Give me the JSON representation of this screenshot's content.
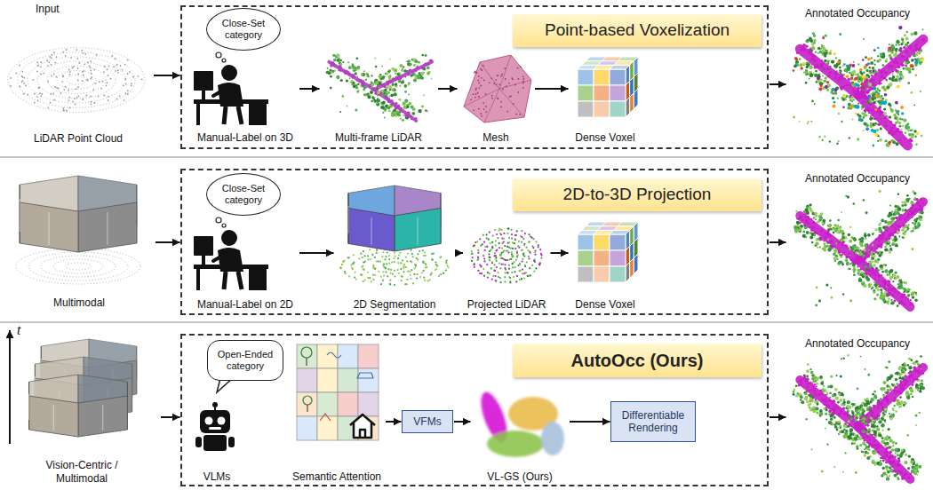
{
  "diagram": {
    "nodes": [
      {
        "text": [
          "Input",
          "LiDAR Point Cloud"
        ]
      },
      {
        "text": [
          "Point-based Voxelization"
        ]
      },
      {
        "text": [
          "Close-Set category"
        ],
        "in": 1
      },
      {
        "text": [
          "Manual-Label on 3D"
        ],
        "in": 1
      },
      {
        "text": [
          "Multi-frame LiDAR"
        ],
        "in": 1
      },
      {
        "text": [
          "Mesh"
        ],
        "in": 1
      },
      {
        "text": [
          "Dense Voxel"
        ],
        "in": 1
      },
      {
        "text": [
          "Annotated Occupancy"
        ]
      },
      {
        "text": [
          "Multimodal"
        ]
      },
      {
        "text": [
          "2D-to-3D Projection"
        ]
      },
      {
        "text": [
          "Close-Set category"
        ],
        "in": 9
      },
      {
        "text": [
          "Manual-Label on 2D"
        ],
        "in": 9
      },
      {
        "text": [
          "2D Segmentation"
        ],
        "in": 9
      },
      {
        "text": [
          "Projected LiDAR"
        ],
        "in": 9
      },
      {
        "text": [
          "Dense Voxel"
        ],
        "in": 9
      },
      {
        "text": [
          "Annotated Occupancy"
        ]
      },
      {
        "text": [
          "Vision-Centric / Multimodal"
        ]
      },
      {
        "text": [
          "AutoOcc (Ours)"
        ]
      },
      {
        "text": [
          "Open-Ended category"
        ],
        "in": 17
      },
      {
        "text": [
          "VLMs"
        ],
        "in": 17
      },
      {
        "text": [
          "Semantic Attention"
        ],
        "in": 17
      },
      {
        "text": [
          "VFMs"
        ],
        "in": 17
      },
      {
        "text": [
          "VL-GS (Ours)"
        ],
        "in": 17
      },
      {
        "text": [
          "Differentiable Rendering"
        ],
        "in": 17
      },
      {
        "text": [
          "Annotated Occupancy"
        ]
      }
    ],
    "edges": [
      {
        "from": 0,
        "to": 1,
        "arrow": "to"
      },
      {
        "from": 1,
        "to": 7,
        "arrow": "to"
      },
      {
        "from": 3,
        "to": 4,
        "arrow": "to"
      },
      {
        "from": 4,
        "to": 5,
        "arrow": "to"
      },
      {
        "from": 5,
        "to": 6,
        "arrow": "to"
      },
      {
        "from": 8,
        "to": 9,
        "arrow": "to"
      },
      {
        "from": 9,
        "to": 15,
        "arrow": "to"
      },
      {
        "from": 11,
        "to": 12,
        "arrow": "to"
      },
      {
        "from": 12,
        "to": 13,
        "arrow": "to"
      },
      {
        "from": 13,
        "to": 14,
        "arrow": "to"
      },
      {
        "from": 16,
        "to": 17,
        "arrow": "to"
      },
      {
        "from": 17,
        "to": 24,
        "arrow": "to"
      },
      {
        "from": 20,
        "to": 21,
        "arrow": "to"
      },
      {
        "from": 21,
        "to": 22,
        "arrow": "to"
      },
      {
        "from": 22,
        "to": 23,
        "arrow": "to"
      }
    ],
    "labels": [
      "t"
    ]
  }
}
